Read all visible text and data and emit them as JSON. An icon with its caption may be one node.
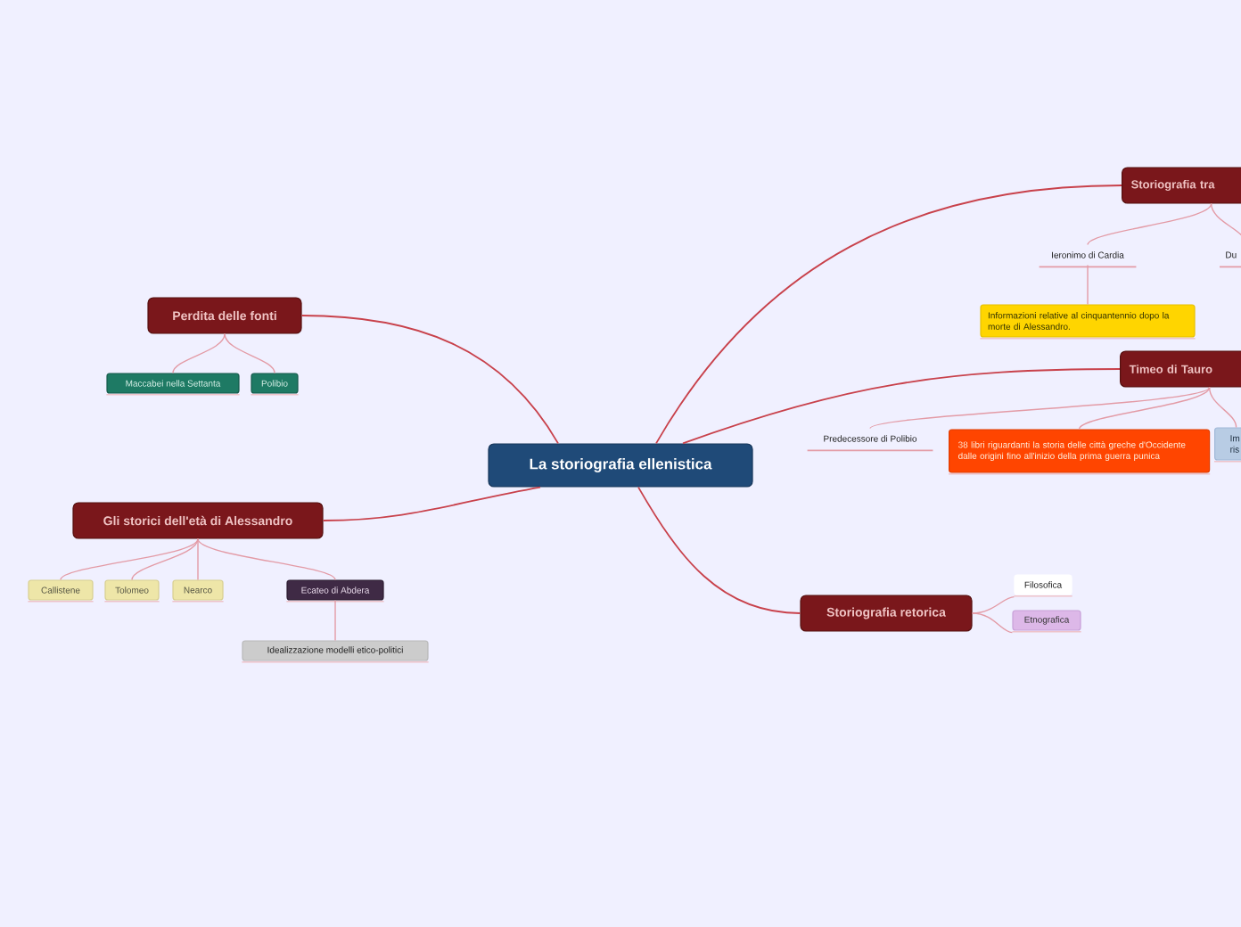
{
  "diagram": {
    "nodes": [
      {
        "text": [
          "La storiografia ellenistica"
        ]
      },
      {
        "text": [
          "Perdita delle fonti"
        ]
      },
      {
        "text": [
          "Maccabei nella Settanta"
        ]
      },
      {
        "text": [
          "Polibio"
        ]
      },
      {
        "text": [
          "Gli storici dell'età di Alessandro"
        ]
      },
      {
        "text": [
          "Callistene"
        ]
      },
      {
        "text": [
          "Tolomeo"
        ]
      },
      {
        "text": [
          "Nearco"
        ]
      },
      {
        "text": [
          "Ecateo di Abdera"
        ]
      },
      {
        "text": [
          "Idealizzazione modelli etico-politici"
        ]
      },
      {
        "text": [
          "Storiografia tra"
        ]
      },
      {
        "text": [
          "Ieronimo di Cardia"
        ]
      },
      {
        "text": [
          "Du"
        ]
      },
      {
        "text": [
          "Informazioni relative al cinquantennio dopo la morte di Alessandro."
        ]
      },
      {
        "text": [
          "Timeo di Tauro"
        ]
      },
      {
        "text": [
          "Predecessore di Polibio"
        ]
      },
      {
        "text": [
          "38 libri riguardanti la storia delle città greche d'Occidente dalle origini fino all'inizio della prima guerra punica"
        ]
      },
      {
        "text": [
          "Im ris"
        ]
      },
      {
        "text": [
          "Storiografia retorica"
        ]
      },
      {
        "text": [
          "Filosofica"
        ]
      },
      {
        "text": [
          "Etnografica"
        ]
      }
    ],
    "edges": [
      {
        "from": 0,
        "to": 1,
        "arrow": "none",
        "color": "#c8414b"
      },
      {
        "from": 1,
        "to": 2,
        "arrow": "none"
      },
      {
        "from": 1,
        "to": 3,
        "arrow": "none"
      },
      {
        "from": 0,
        "to": 4,
        "arrow": "none",
        "color": "#c8414b"
      },
      {
        "from": 4,
        "to": 5,
        "arrow": "none"
      },
      {
        "from": 4,
        "to": 6,
        "arrow": "none"
      },
      {
        "from": 4,
        "to": 7,
        "arrow": "none"
      },
      {
        "from": 4,
        "to": 8,
        "arrow": "none"
      },
      {
        "from": 8,
        "to": 9,
        "arrow": "none"
      },
      {
        "from": 0,
        "to": 10,
        "arrow": "none",
        "color": "#c8414b"
      },
      {
        "from": 10,
        "to": 11,
        "arrow": "none"
      },
      {
        "from": 10,
        "to": 12,
        "arrow": "none"
      },
      {
        "from": 11,
        "to": 13,
        "arrow": "none"
      },
      {
        "from": 0,
        "to": 14,
        "arrow": "none",
        "color": "#c8414b"
      },
      {
        "from": 14,
        "to": 15,
        "arrow": "none"
      },
      {
        "from": 14,
        "to": 16,
        "arrow": "none"
      },
      {
        "from": 14,
        "to": 17,
        "arrow": "none"
      },
      {
        "from": 0,
        "to": 18,
        "arrow": "none",
        "color": "#c8414b"
      },
      {
        "from": 18,
        "to": 19,
        "arrow": "none"
      },
      {
        "from": 18,
        "to": 20,
        "arrow": "none"
      }
    ]
  }
}
